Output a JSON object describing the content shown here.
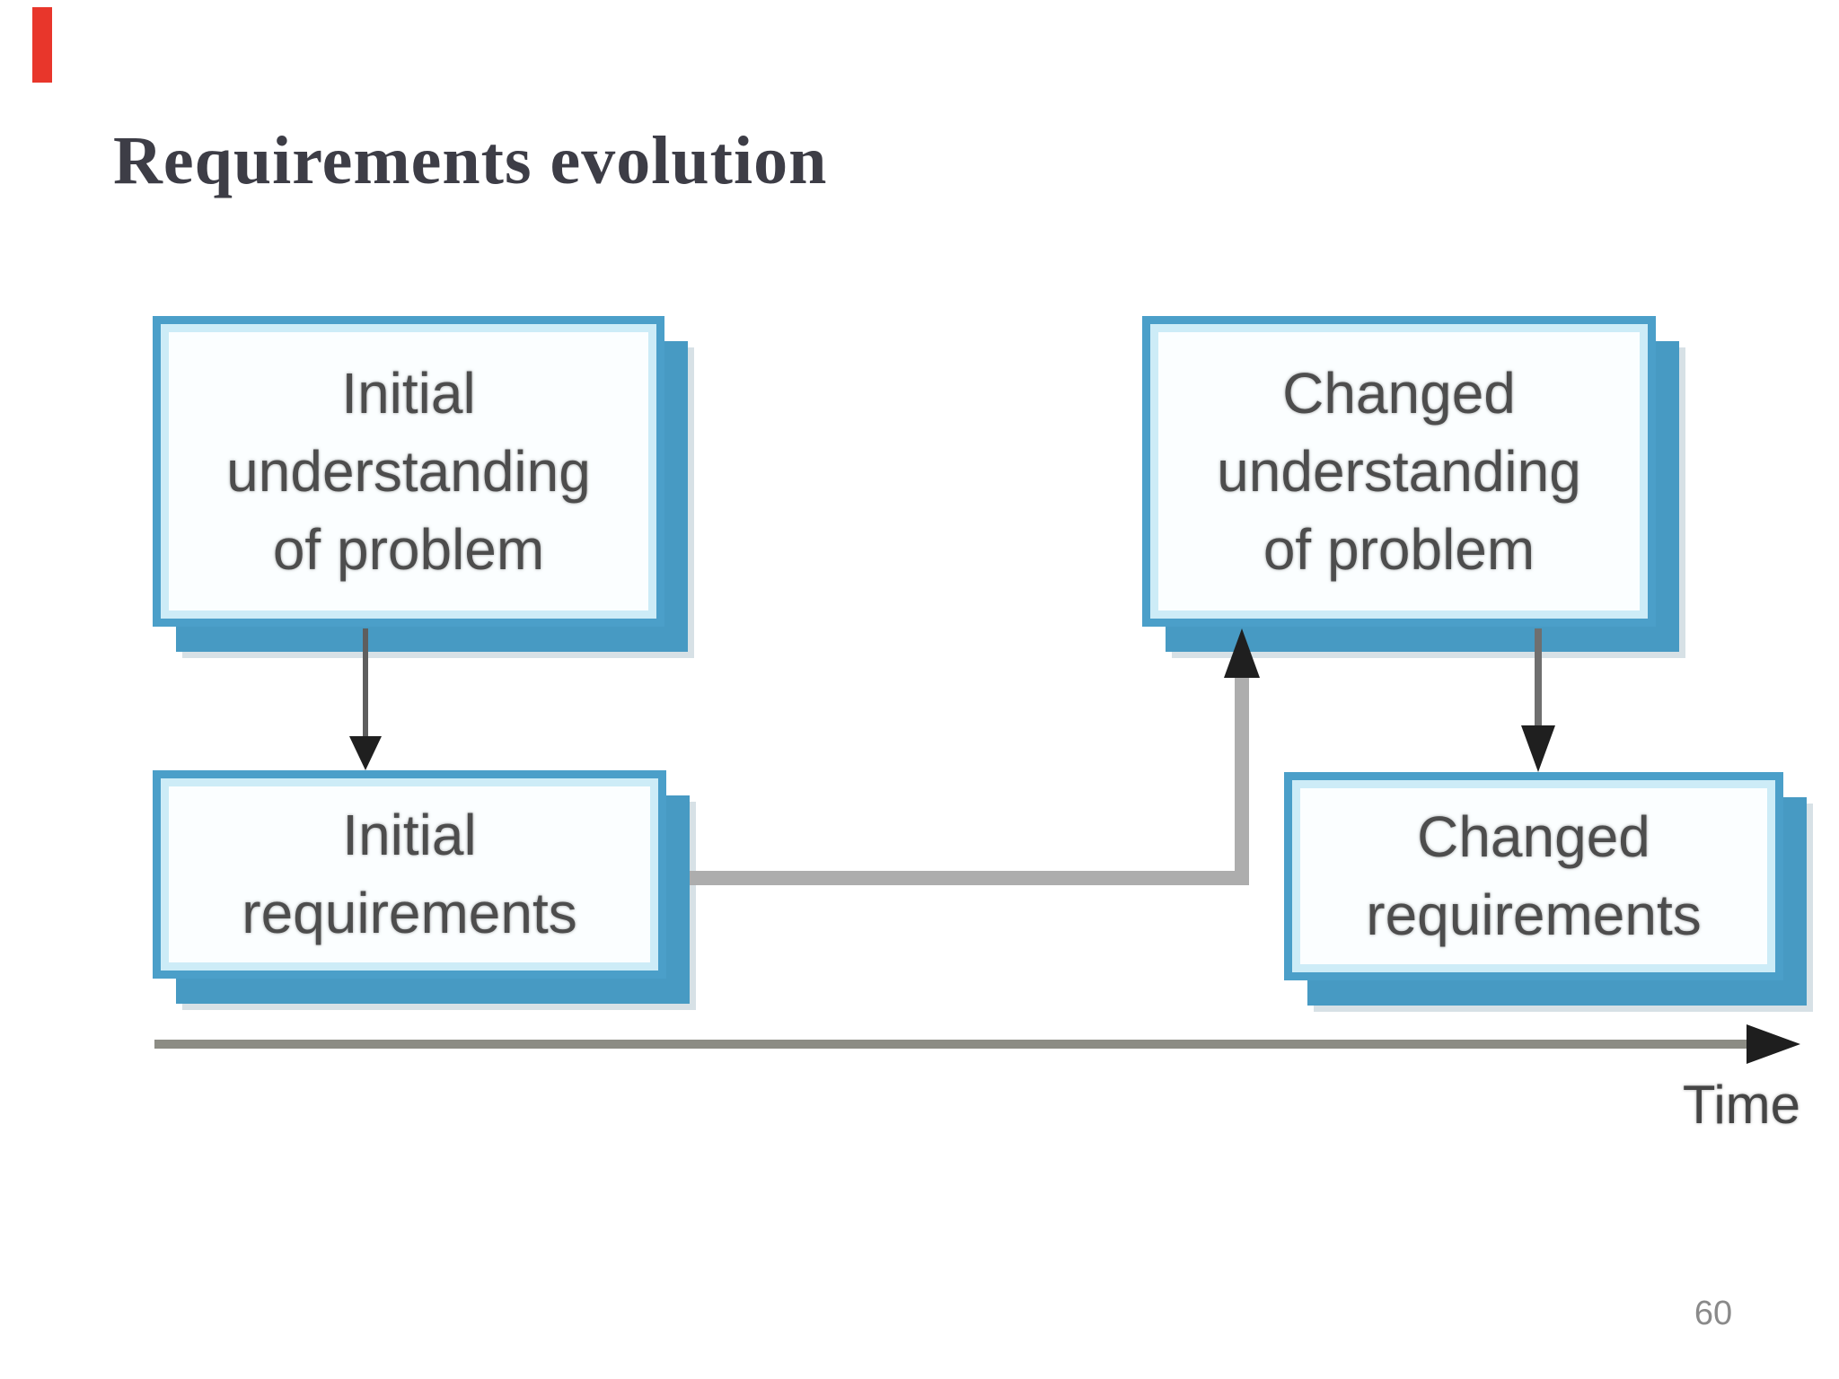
{
  "slide": {
    "title": "Requirements evolution",
    "page_number": "60"
  },
  "diagram": {
    "boxes": [
      {
        "id": "initial-understanding",
        "lines": [
          "Initial",
          "understanding",
          "of problem"
        ]
      },
      {
        "id": "changed-understanding",
        "lines": [
          "Changed",
          "understanding",
          "of problem"
        ]
      },
      {
        "id": "initial-requirements",
        "lines": [
          "Initial",
          "requirements"
        ]
      },
      {
        "id": "changed-requirements",
        "lines": [
          "Changed",
          "requirements"
        ]
      }
    ],
    "connections": [
      "initial-understanding -> initial-requirements",
      "initial-requirements -> changed-understanding",
      "changed-understanding -> changed-requirements"
    ],
    "axis_label": "Time",
    "colors": {
      "box_border": "#4b9fc9",
      "box_inner_glow": "#cdecf7",
      "box_shadow": "#479ac3",
      "box_text": "#4d4d4d",
      "connector_light_gray": "#adadad",
      "connector_dark_gray": "#5e5e5e",
      "arrowhead_black": "#1f1f1f",
      "axis_gray": "#8c8c84",
      "title_text": "#3d3d46",
      "red_edge_mark": "#e8362b"
    }
  }
}
